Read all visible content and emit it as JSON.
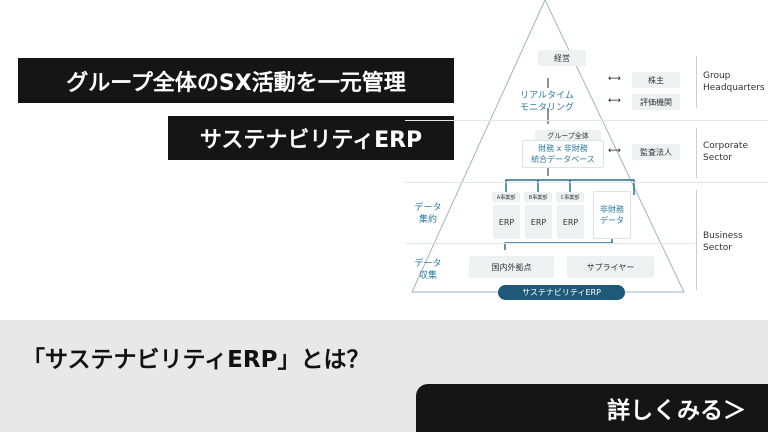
{
  "headline": "グループ全体のSX活動を一元管理",
  "subheadline": "サステナビリティERP",
  "diagram": {
    "top": "経営",
    "monitoring": [
      "リアルタイム",
      "モニタリング"
    ],
    "shareholders": "株主",
    "rating_agency": "評価機関",
    "group_all": "グループ全体",
    "database": [
      "財務 x 非財務",
      "統合データベース"
    ],
    "auditor": "監査法人",
    "divisions": [
      {
        "name": "A事業部",
        "label": "ERP"
      },
      {
        "name": "B事業部",
        "label": "ERP"
      },
      {
        "name": "C事業部",
        "label": "ERP"
      }
    ],
    "nonfinancial": [
      "非財務",
      "データ"
    ],
    "aggregation": [
      "データ",
      "集約"
    ],
    "collection": [
      "データ",
      "収集"
    ],
    "sites": "国内外拠点",
    "suppliers": "サプライヤー",
    "base": "サステナビリティERP",
    "levels": [
      [
        "Group",
        "Headquarters"
      ],
      [
        "Corporate",
        "Sector"
      ],
      [
        "Business",
        "Sector"
      ]
    ]
  },
  "question": "「サステナビリティERP」とは？",
  "cta": "詳しくみる＞"
}
